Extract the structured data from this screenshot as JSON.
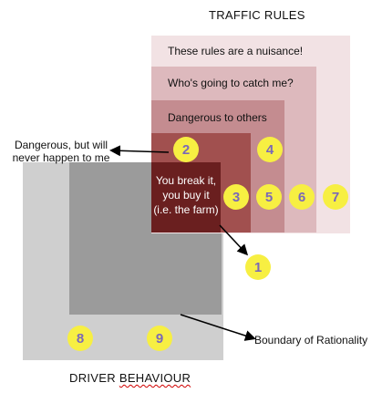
{
  "title_top": "TRAFFIC RULES",
  "title_bottom_prefix": "DRIVER ",
  "title_bottom_word": "BEHAVIOUR",
  "layers": {
    "l1": "These rules are a nuisance!",
    "l2": "Who's going to catch me?",
    "l3": "Dangerous to others",
    "l5_line1": "You break it,",
    "l5_line2": "you buy it",
    "l5_line3": "(i.e. the farm)"
  },
  "callouts": {
    "left_line1": "Dangerous, but will",
    "left_line2": "never happen to me",
    "right": "Boundary of Rationality"
  },
  "markers": [
    "1",
    "2",
    "3",
    "4",
    "5",
    "6",
    "7",
    "8",
    "9"
  ],
  "colors": {
    "layer1": "#f2e2e4",
    "layer2": "#ddb9bd",
    "layer3": "#c48c90",
    "layer4": "#a1504f",
    "layer5": "#6a1f1f",
    "driver_outer": "#cfcfcf",
    "driver_inner": "#9b9b9b",
    "marker_fill": "#f7ef42",
    "marker_text": "#7a68b8"
  }
}
